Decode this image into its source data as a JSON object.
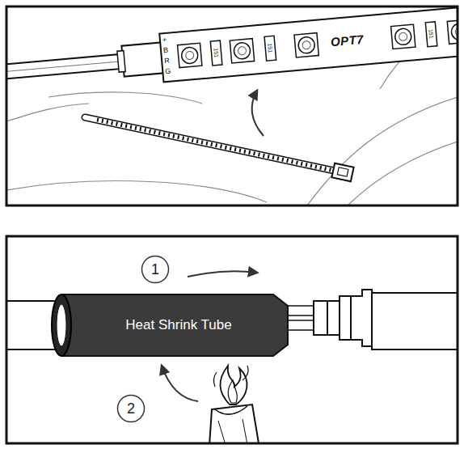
{
  "diagram": {
    "nodes": [
      {
        "text": [
          "1"
        ]
      },
      {
        "text": [
          "Heat Shrink Tube"
        ]
      },
      {
        "text": [
          "2"
        ]
      }
    ],
    "labels": [
      "+",
      "B",
      "R",
      "G",
      "151",
      "151",
      "151",
      "OPT7"
    ]
  }
}
